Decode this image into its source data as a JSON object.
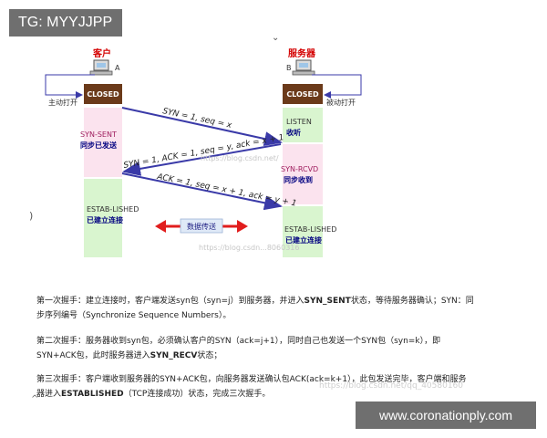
{
  "tag": "TG: MYYJJPP",
  "site": "www.coronationply.com",
  "diagram": {
    "client_label": "客户",
    "server_label": "服务器",
    "client_letter": "A",
    "server_letter": "B",
    "client_open": "主动打开",
    "server_open": "被动打开",
    "client_closed": "CLOSED",
    "server_closed": "CLOSED",
    "syn_sent": "SYN-SENT",
    "syn_sent_cn": "同步已发送",
    "listen": "LISTEN",
    "listen_cn": "收听",
    "syn_rcvd": "SYN-RCVD",
    "syn_rcvd_cn": "同步收到",
    "estab_client": "ESTAB-LISHED",
    "estab_client_cn": "已建立连接",
    "estab_server": "ESTAB-LISHED",
    "estab_server_cn": "已建立连接",
    "msg1": "SYN = 1, seq = x",
    "msg2": "SYN = 1, ACK = 1, seq = y, ack = x + 1",
    "msg3": "ACK = 1, seq = x + 1, ack = y + 1",
    "data_transfer": "数据传送",
    "watermark1": "https://blog.csdn.net/",
    "watermark2": "https://blog.csdn...8060316",
    "colors": {
      "closed": "#6b3a1a",
      "pink": "#fbe3ee",
      "green": "#d9f5cf",
      "arrow": "#3a3aa8",
      "data": "#e11d1d"
    }
  },
  "text": {
    "p1_a": "第一次握手：建立连接时，客户端发送syn包（syn=j）到服务器，并进入",
    "p1_b": "SYN_SENT",
    "p1_c": "状态，等待服务器确认；SYN：同",
    "p1_d": "步序列编号（Synchronize Sequence Numbers）。",
    "p2_a": "第二次握手：服务器收到syn包，必须确认客户的SYN（ack=j+1），同时自己也发送一个SYN包（syn=k），即",
    "p2_b": "SYN+ACK包，此时服务器进入",
    "p2_c": "SYN_RECV",
    "p2_d": "状态；",
    "p3_a": "第三次握手：客户端收到服务器的SYN+ACK包，向服务器发送确认包ACK(ack=k+1），此包发送完毕，客户端和服务",
    "p3_b": "器进入",
    "p3_c": "ESTABLISHED",
    "p3_d": "（TCP连接成功）状态，完成三次握手。",
    "watermark3": "https://blog.csdn.net/qq_40580160"
  },
  "stray_marks": [
    "⌄",
    ")",
    "^"
  ]
}
